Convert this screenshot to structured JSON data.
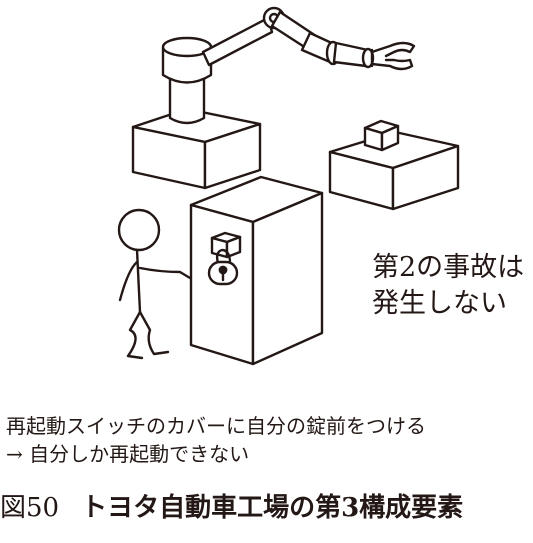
{
  "annotation": {
    "line1": "第2の事故は",
    "line2": "発生しない"
  },
  "explanation": {
    "line1": "再起動スイッチのカバーに自分の錠前をつける",
    "line2": "→ 自分しか再起動できない"
  },
  "caption": {
    "number": "図50",
    "title": "トヨタ自動車工場の第3構成要素"
  },
  "colors": {
    "ink": "#231815",
    "background": "#ffffff"
  },
  "icons": [
    "stick-figure-worker",
    "robot-arm",
    "lock-icon",
    "restart-switch-box",
    "parts-box"
  ]
}
